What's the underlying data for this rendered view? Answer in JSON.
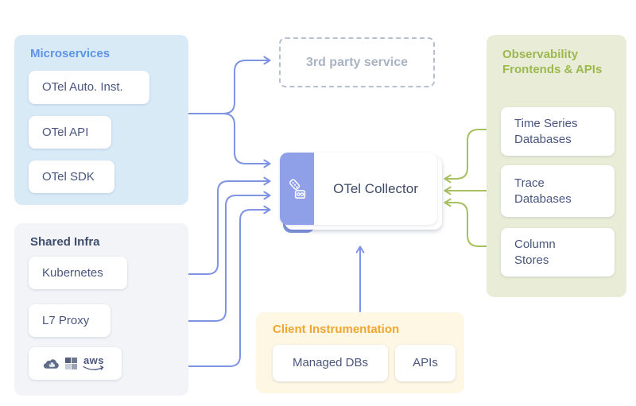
{
  "panels": {
    "microservices": {
      "title": "Microservices",
      "items": [
        "OTel Auto. Inst.",
        "OTel API",
        "OTel SDK"
      ]
    },
    "shared_infra": {
      "title": "Shared Infra",
      "items": [
        "Kubernetes",
        "L7 Proxy"
      ],
      "cloud_row": {
        "aws_label": "aws",
        "icons": [
          "google-cloud-icon",
          "microsoft-azure-icon",
          "aws-icon"
        ]
      }
    },
    "observability": {
      "title": "Observability Frontends & APIs",
      "items": [
        "Time Series Databases",
        "Trace Databases",
        "Column Stores"
      ]
    },
    "client_instrumentation": {
      "title": "Client Instrumentation",
      "items": [
        "Managed DBs",
        "APIs"
      ]
    }
  },
  "nodes": {
    "third_party_service": {
      "label": "3rd party service"
    },
    "otel_collector": {
      "label": "OTel Collector",
      "icon": "otel-telescope-icon"
    }
  },
  "colors": {
    "blue_arrow": "#7e93e3",
    "green_arrow": "#a6c05f",
    "microservices_bg": "#d9eaf7",
    "microservices_title": "#5f93e8",
    "shared_infra_bg": "#f2f4f7",
    "shared_infra_title": "#3f4d6e",
    "observability_bg": "#e9edd7",
    "observability_title": "#9cb84f",
    "client_bg": "#fdf7e4",
    "client_title": "#f0a631",
    "collector_band": "#8fa0e8",
    "item_text": "#49557e",
    "third_party_text": "#a9b3c3"
  }
}
